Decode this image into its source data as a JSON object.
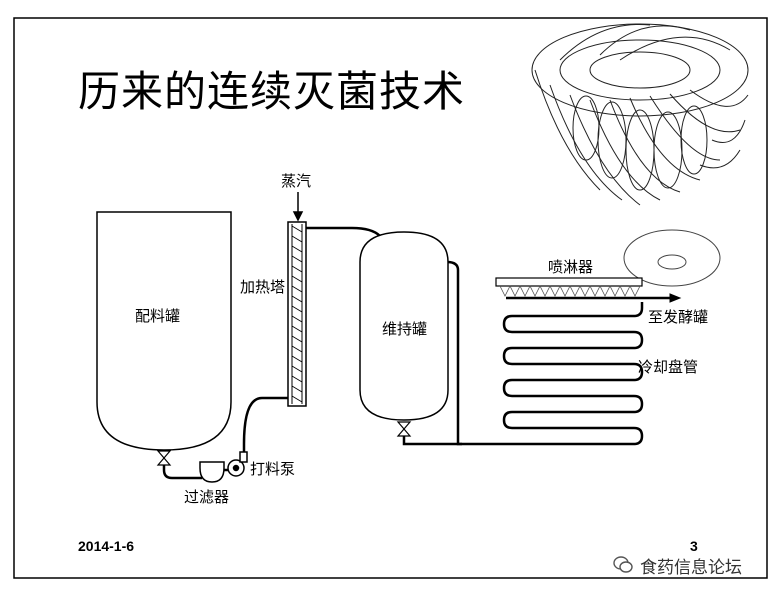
{
  "slide": {
    "title": "历来的连续灭菌技术",
    "date": "2014-1-6",
    "page_number": "3"
  },
  "labels": {
    "steam": "蒸汽",
    "batching_tank": "配料罐",
    "heating_tower": "加热塔",
    "holding_tank": "维持罐",
    "sprayer": "喷淋器",
    "to_fermenter": "至发酵罐",
    "cooling_coil": "冷却盘管",
    "filter": "过滤器",
    "pump": "打料泵"
  },
  "watermark": {
    "text": "食药信息论坛",
    "icon": "chat-bubble-icon"
  }
}
